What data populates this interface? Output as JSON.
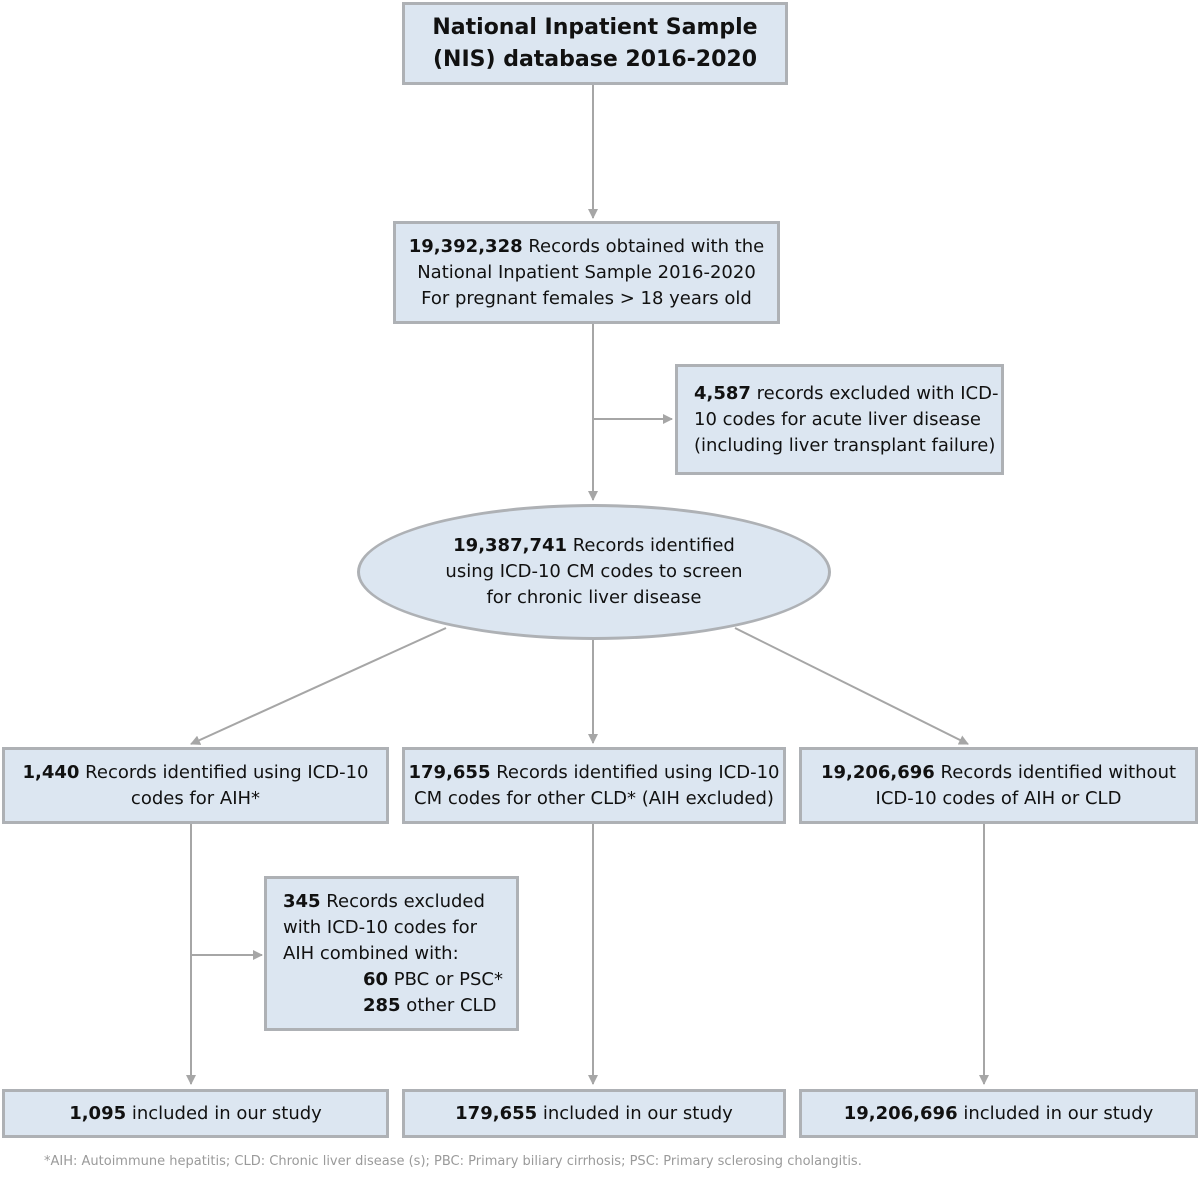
{
  "source": {
    "line1": "National Inpatient Sample",
    "line2": "(NIS) database 2016-2020"
  },
  "records_obtained": {
    "count": "19,392,328",
    "line1_rest": " Records obtained with the",
    "line2": "National Inpatient Sample 2016-2020",
    "line3": "For pregnant females > 18 years old"
  },
  "exclusion_acute": {
    "count": "4,587",
    "line1_rest": " records excluded with ICD-",
    "line2": "10 codes for acute liver disease",
    "line3": "(including liver transplant failure)"
  },
  "screened": {
    "count": "19,387,741",
    "line1_rest": " Records identified",
    "line2": "using ICD-10 CM codes to screen",
    "line3": "for chronic liver disease"
  },
  "branches": {
    "aih": {
      "count": "1,440",
      "line1_rest": " Records identified using ICD-10",
      "line2": "codes for AIH*"
    },
    "other_cld": {
      "count": "179,655",
      "line1_rest": " Records identified using ICD-10",
      "line2": "CM codes for other CLD* (AIH excluded)"
    },
    "none": {
      "count": "19,206,696",
      "line1_rest": " Records identified without",
      "line2": "ICD-10 codes of AIH or CLD"
    }
  },
  "exclusion_aih": {
    "count": "345",
    "line1_rest": " Records excluded",
    "line2": "with ICD-10 codes for",
    "line3": "AIH combined with:",
    "sub1_count": "60",
    "sub1_rest": " PBC or PSC*",
    "sub2_count": "285",
    "sub2_rest": " other CLD"
  },
  "included": {
    "aih": {
      "count": "1,095",
      "rest": " included in our study"
    },
    "other_cld": {
      "count": "179,655",
      "rest": " included in our study"
    },
    "none": {
      "count": "19,206,696",
      "rest": " included in our study"
    }
  },
  "footnote": "*AIH: Autoimmune hepatitis; CLD: Chronic liver disease (s); PBC: Primary biliary cirrhosis; PSC: Primary sclerosing cholangitis.",
  "colors": {
    "box_fill": "#dce6f1",
    "box_border": "#aeb1b5",
    "arrow": "#a6a6a6",
    "footnote_text": "#9a9a9a"
  }
}
